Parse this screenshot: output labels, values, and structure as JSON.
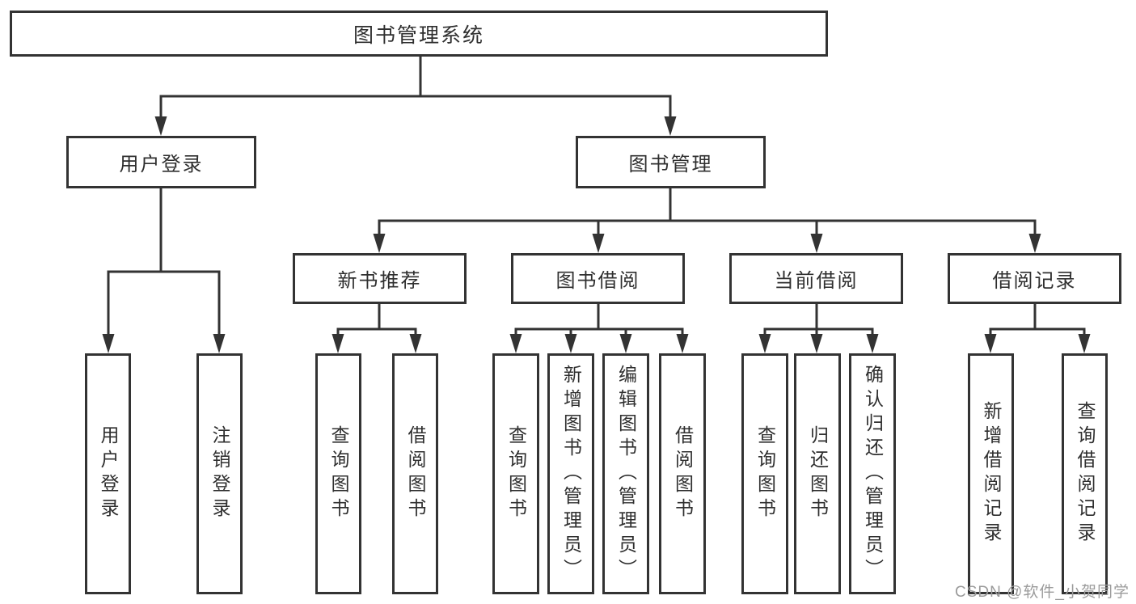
{
  "diagram": {
    "root": "图书管理系统",
    "user_login": {
      "label": "用户登录",
      "login": "用户登录",
      "logout": "注销登录"
    },
    "book_mgmt": {
      "label": "图书管理",
      "new_books": {
        "label": "新书推荐",
        "query_book": "查询图书",
        "borrow_book": "借阅图书"
      },
      "book_borrow": {
        "label": "图书借阅",
        "query_book": "查询图书",
        "add_book_admin": "新增图书（管理员）",
        "edit_book_admin": "编辑图书（管理员）",
        "borrow_book": "借阅图书"
      },
      "current_borrow": {
        "label": "当前借阅",
        "query_book": "查询图书",
        "return_book": "归还图书",
        "confirm_return_admin": "确认归还（管理员）"
      },
      "borrow_records": {
        "label": "借阅记录",
        "add_record": "新增借阅记录",
        "query_record": "查询借阅记录"
      }
    }
  },
  "watermark": "CSDN @软件_小贺同学",
  "colors": {
    "line": "#333333",
    "text": "#2f2f2f",
    "background": "#ffffff",
    "watermark": "#9b9b9b"
  }
}
